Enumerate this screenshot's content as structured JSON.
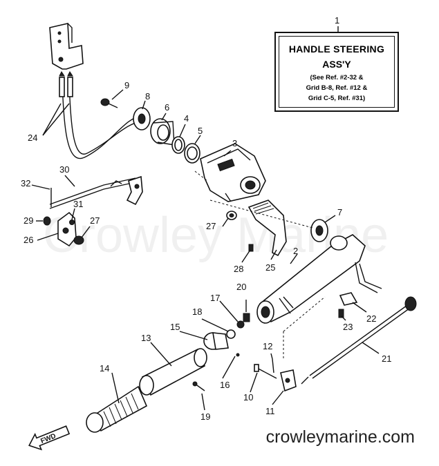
{
  "title_box": {
    "title": "HANDLE STEERING",
    "subtitle": "ASS'Y",
    "note_1": "(See Ref. #2-32 &",
    "note_2": "Grid B-8, Ref. #12 &",
    "note_3": "Grid C-5, Ref. #31)"
  },
  "watermark": "Crowley Marine",
  "site": "crowleymarine.com",
  "fwd_label": "FWD",
  "callouts": {
    "c1": "1",
    "c2": "2",
    "c3": "3",
    "c4": "4",
    "c5": "5",
    "c6": "6",
    "c7": "7",
    "c8": "8",
    "c9": "9",
    "c10": "10",
    "c11": "11",
    "c12": "12",
    "c13": "13",
    "c14": "14",
    "c15": "15",
    "c16": "16",
    "c17": "17",
    "c18": "18",
    "c19": "19",
    "c20": "20",
    "c21": "21",
    "c22": "22",
    "c23": "23",
    "c24": "24",
    "c25": "25",
    "c26": "26",
    "c27a": "27",
    "c27b": "27",
    "c28": "28",
    "c29": "29",
    "c30": "30",
    "c31": "31",
    "c32": "32"
  }
}
